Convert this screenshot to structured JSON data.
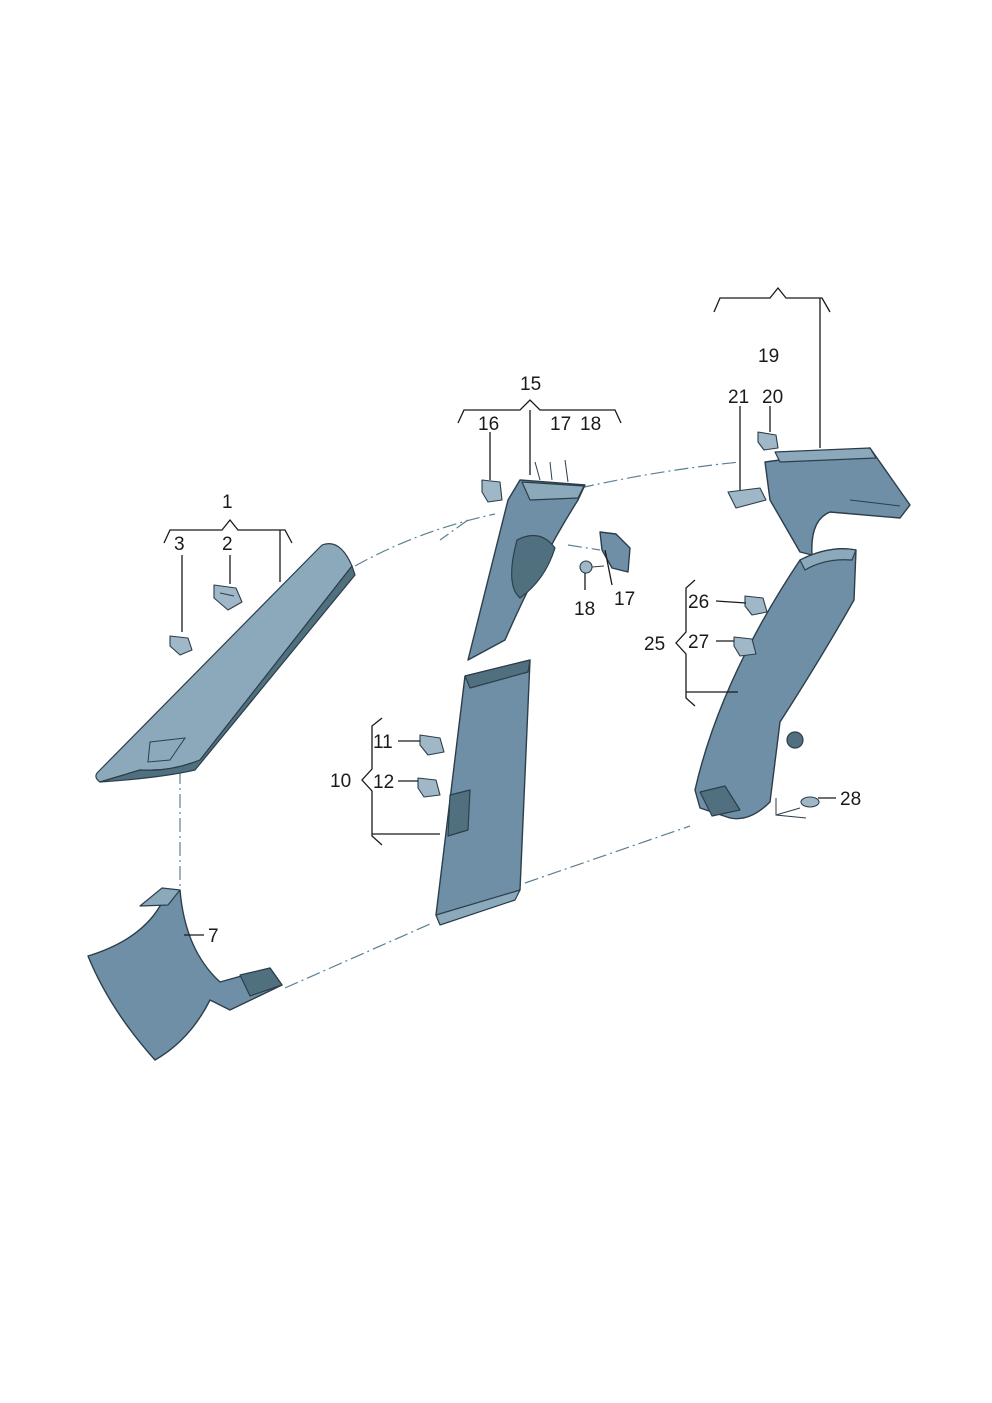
{
  "callouts": {
    "c1": "1",
    "c2": "2",
    "c3": "3",
    "c7": "7",
    "c10": "10",
    "c11": "11",
    "c12": "12",
    "c15": "15",
    "c16": "16",
    "c17a": "17",
    "c18a": "18",
    "c17b": "17",
    "c18b": "18",
    "c19": "19",
    "c20": "20",
    "c21": "21",
    "c25": "25",
    "c26": "26",
    "c27": "27",
    "c28": "28"
  },
  "colors": {
    "panel": "#6e8fa5",
    "panel_light": "#8ca9bc",
    "panel_dark": "#51707f",
    "outline": "#2c3e4b",
    "dash": "#5d7f93"
  }
}
